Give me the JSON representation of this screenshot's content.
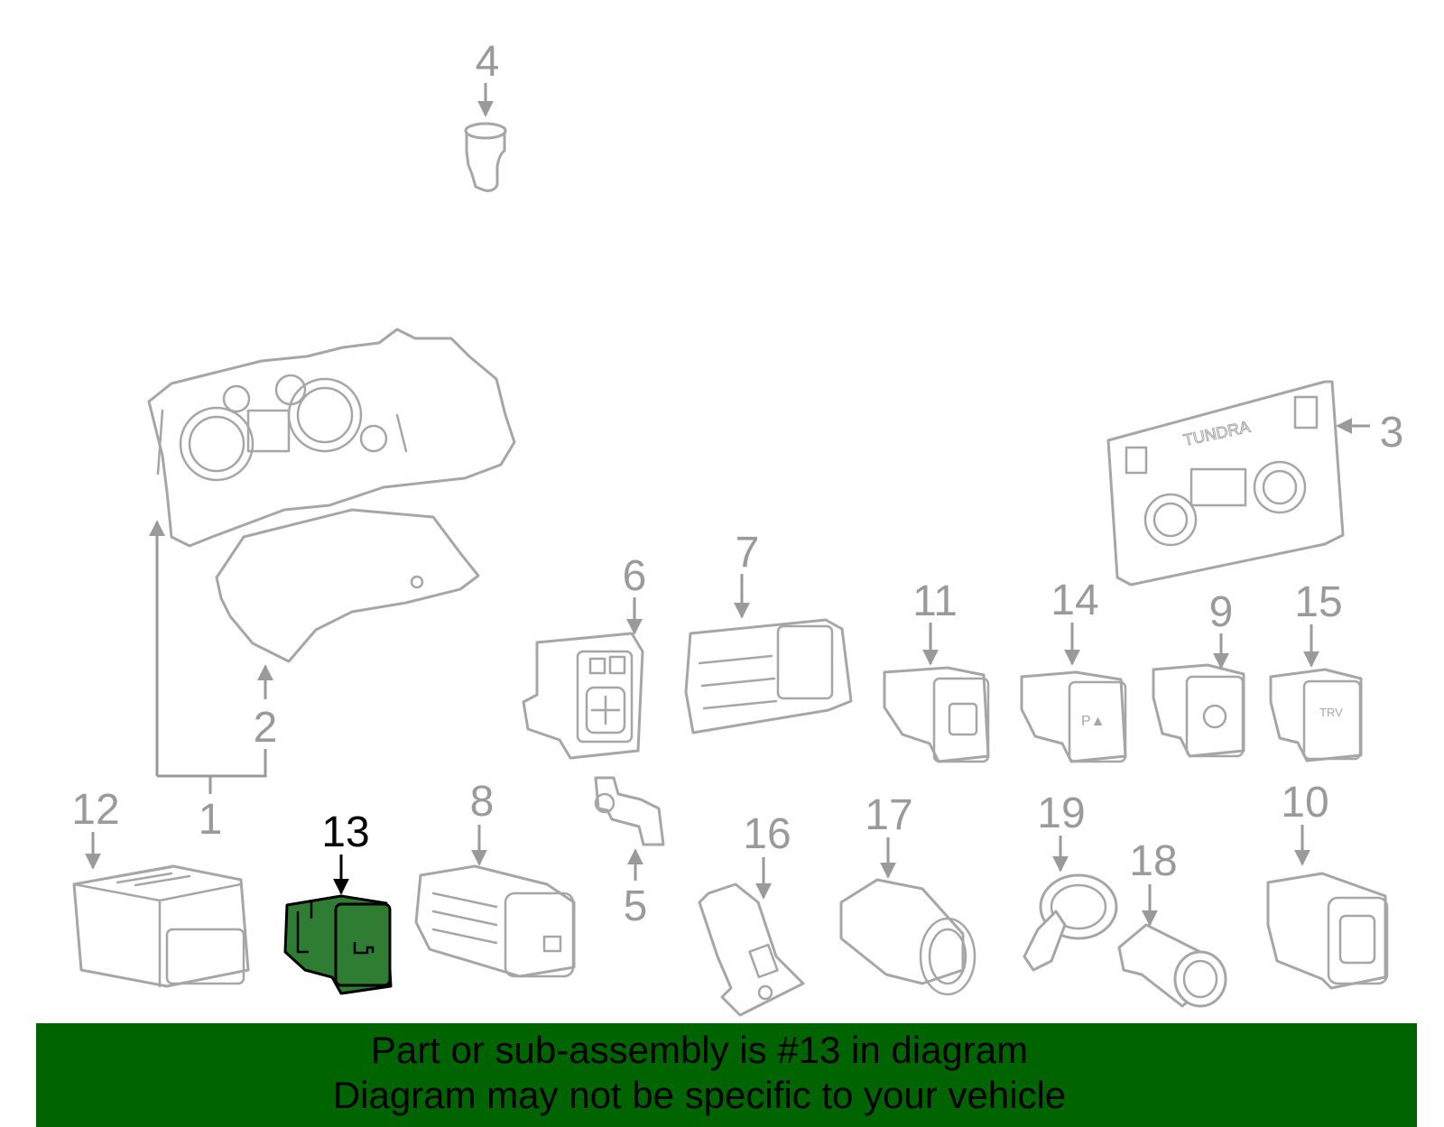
{
  "callouts": {
    "c1": "1",
    "c2": "2",
    "c3": "3",
    "c4": "4",
    "c5": "5",
    "c6": "6",
    "c7": "7",
    "c8": "8",
    "c9": "9",
    "c10": "10",
    "c11": "11",
    "c12": "12",
    "c13": "13",
    "c14": "14",
    "c15": "15",
    "c16": "16",
    "c17": "17",
    "c18": "18",
    "c19": "19"
  },
  "highlighted_part": "13",
  "colors": {
    "highlight_fill": "#2e7d32",
    "banner_bg": "#006400",
    "callout_gray": "#9a9a9a"
  },
  "banner": {
    "line1": "Part or sub-assembly is #13 in diagram",
    "line2": "Diagram may not be specific to your vehicle"
  },
  "labels": {
    "climate_brand": "TUNDRA",
    "part14_symbol": "P▲",
    "part15_symbol": "TRV"
  }
}
